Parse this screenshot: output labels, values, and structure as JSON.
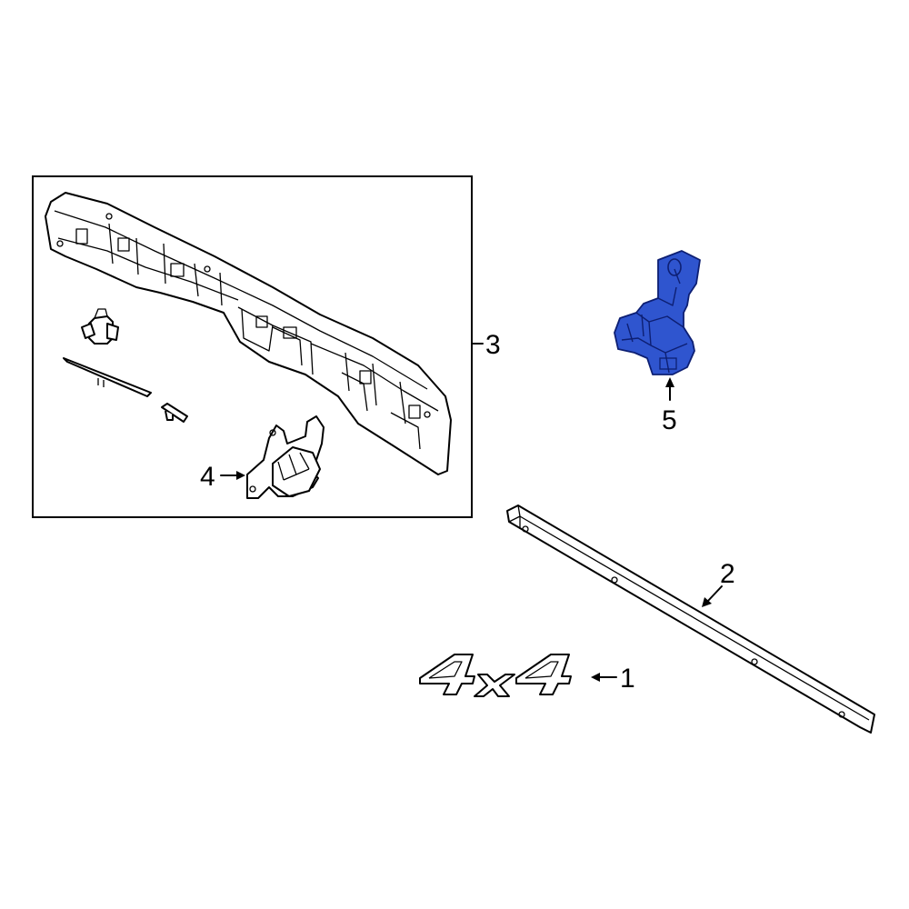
{
  "callouts": {
    "c1": "1",
    "c2": "2",
    "c3": "3",
    "c4": "4",
    "c5": "5"
  },
  "emblem_text": "4x4",
  "colors": {
    "highlight_part": "#2f55cf",
    "highlight_stroke": "#0d1f73",
    "line": "#000000",
    "background": "#ffffff"
  }
}
